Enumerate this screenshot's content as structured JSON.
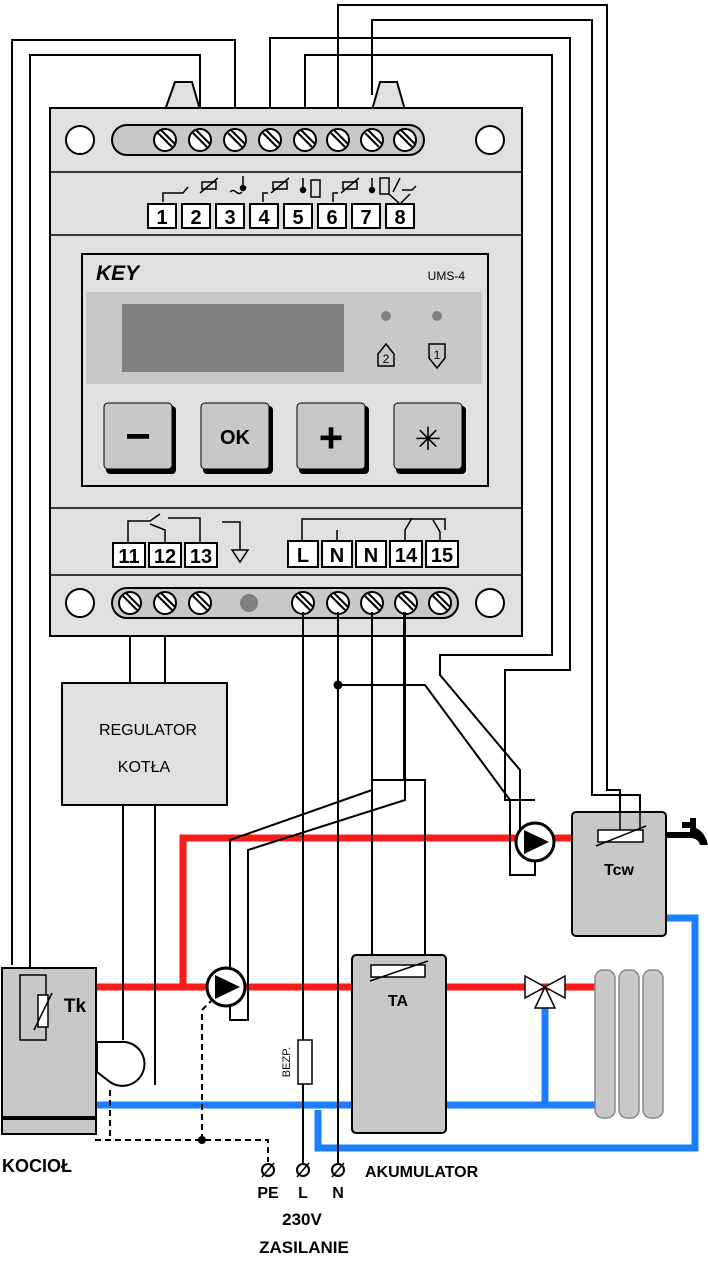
{
  "controller": {
    "brand": "KEY",
    "model": "UMS-4",
    "top_terminals": [
      "1",
      "2",
      "3",
      "4",
      "5",
      "6",
      "7",
      "8"
    ],
    "bottom_terminals_left": [
      "11",
      "12",
      "13"
    ],
    "bottom_terminals_right": [
      "L",
      "N",
      "N",
      "14",
      "15"
    ],
    "led_labels": [
      "2",
      "1"
    ],
    "buttons": {
      "minus": "−",
      "ok": "OK",
      "plus": "+",
      "star": "✳"
    }
  },
  "regulator": {
    "line1": "REGULATOR",
    "line2": "KOTŁA"
  },
  "boiler": {
    "label": "KOCIOŁ",
    "sensor": "Tk"
  },
  "accumulator": {
    "label": "AKUMULATOR",
    "sensor": "TA"
  },
  "hot_water_tank": {
    "sensor": "Tcw"
  },
  "fuse": {
    "label": "BEZP."
  },
  "supply": {
    "pe": "PE",
    "l": "L",
    "n": "N",
    "voltage": "230V",
    "label": "ZASILANIE"
  },
  "colors": {
    "hot_pipe": "#ff1a1a",
    "cold_pipe": "#1a7fff",
    "panel": "#e0e0e0",
    "display": "#808080"
  }
}
